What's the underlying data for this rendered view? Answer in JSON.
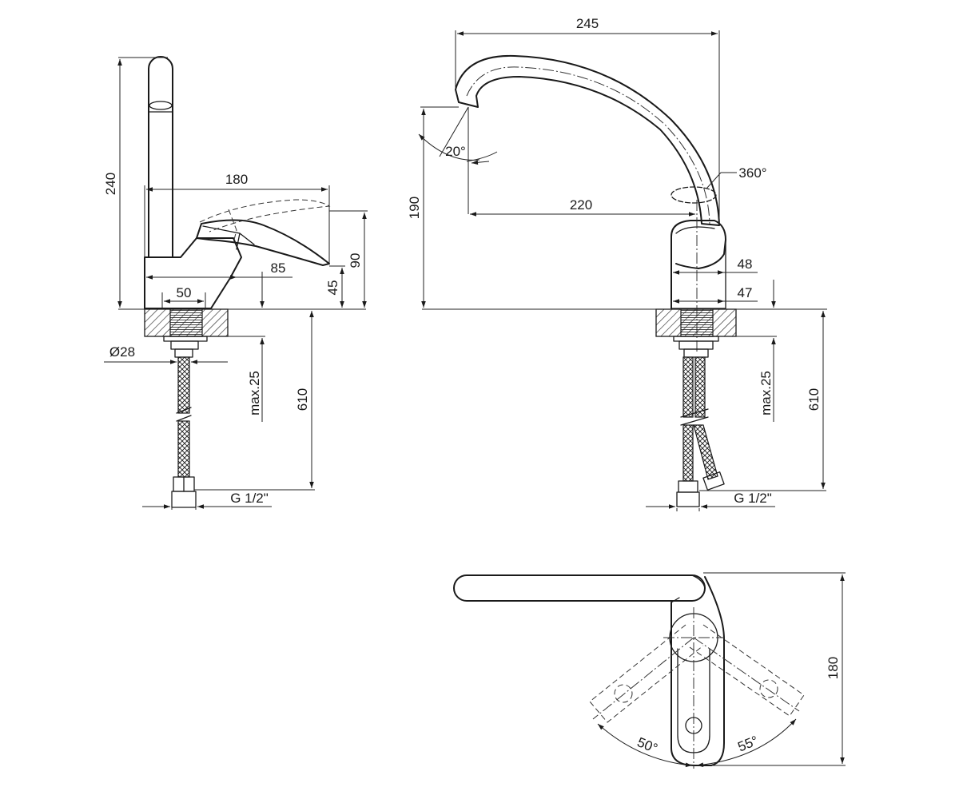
{
  "labels": {
    "side_height": "240",
    "side_width": "180",
    "side_lever_height": "90",
    "side_base_height": "45",
    "side_reach_short": "85",
    "side_base_width": "50",
    "side_mount_dia": "Ø28",
    "side_max_thickness": "max.25",
    "side_hose_length": "610",
    "side_thread": "G 1/2\"",
    "front_width": "245",
    "front_spout_angle": "20°",
    "front_swivel": "360°",
    "front_reach": "220",
    "front_height": "190",
    "front_body_width": "48",
    "front_base_width": "47",
    "front_max_thickness": "max.25",
    "front_hose_length": "610",
    "front_thread": "G 1/2\"",
    "top_depth": "180",
    "top_angle_left": "50°",
    "top_angle_right": "55°"
  }
}
